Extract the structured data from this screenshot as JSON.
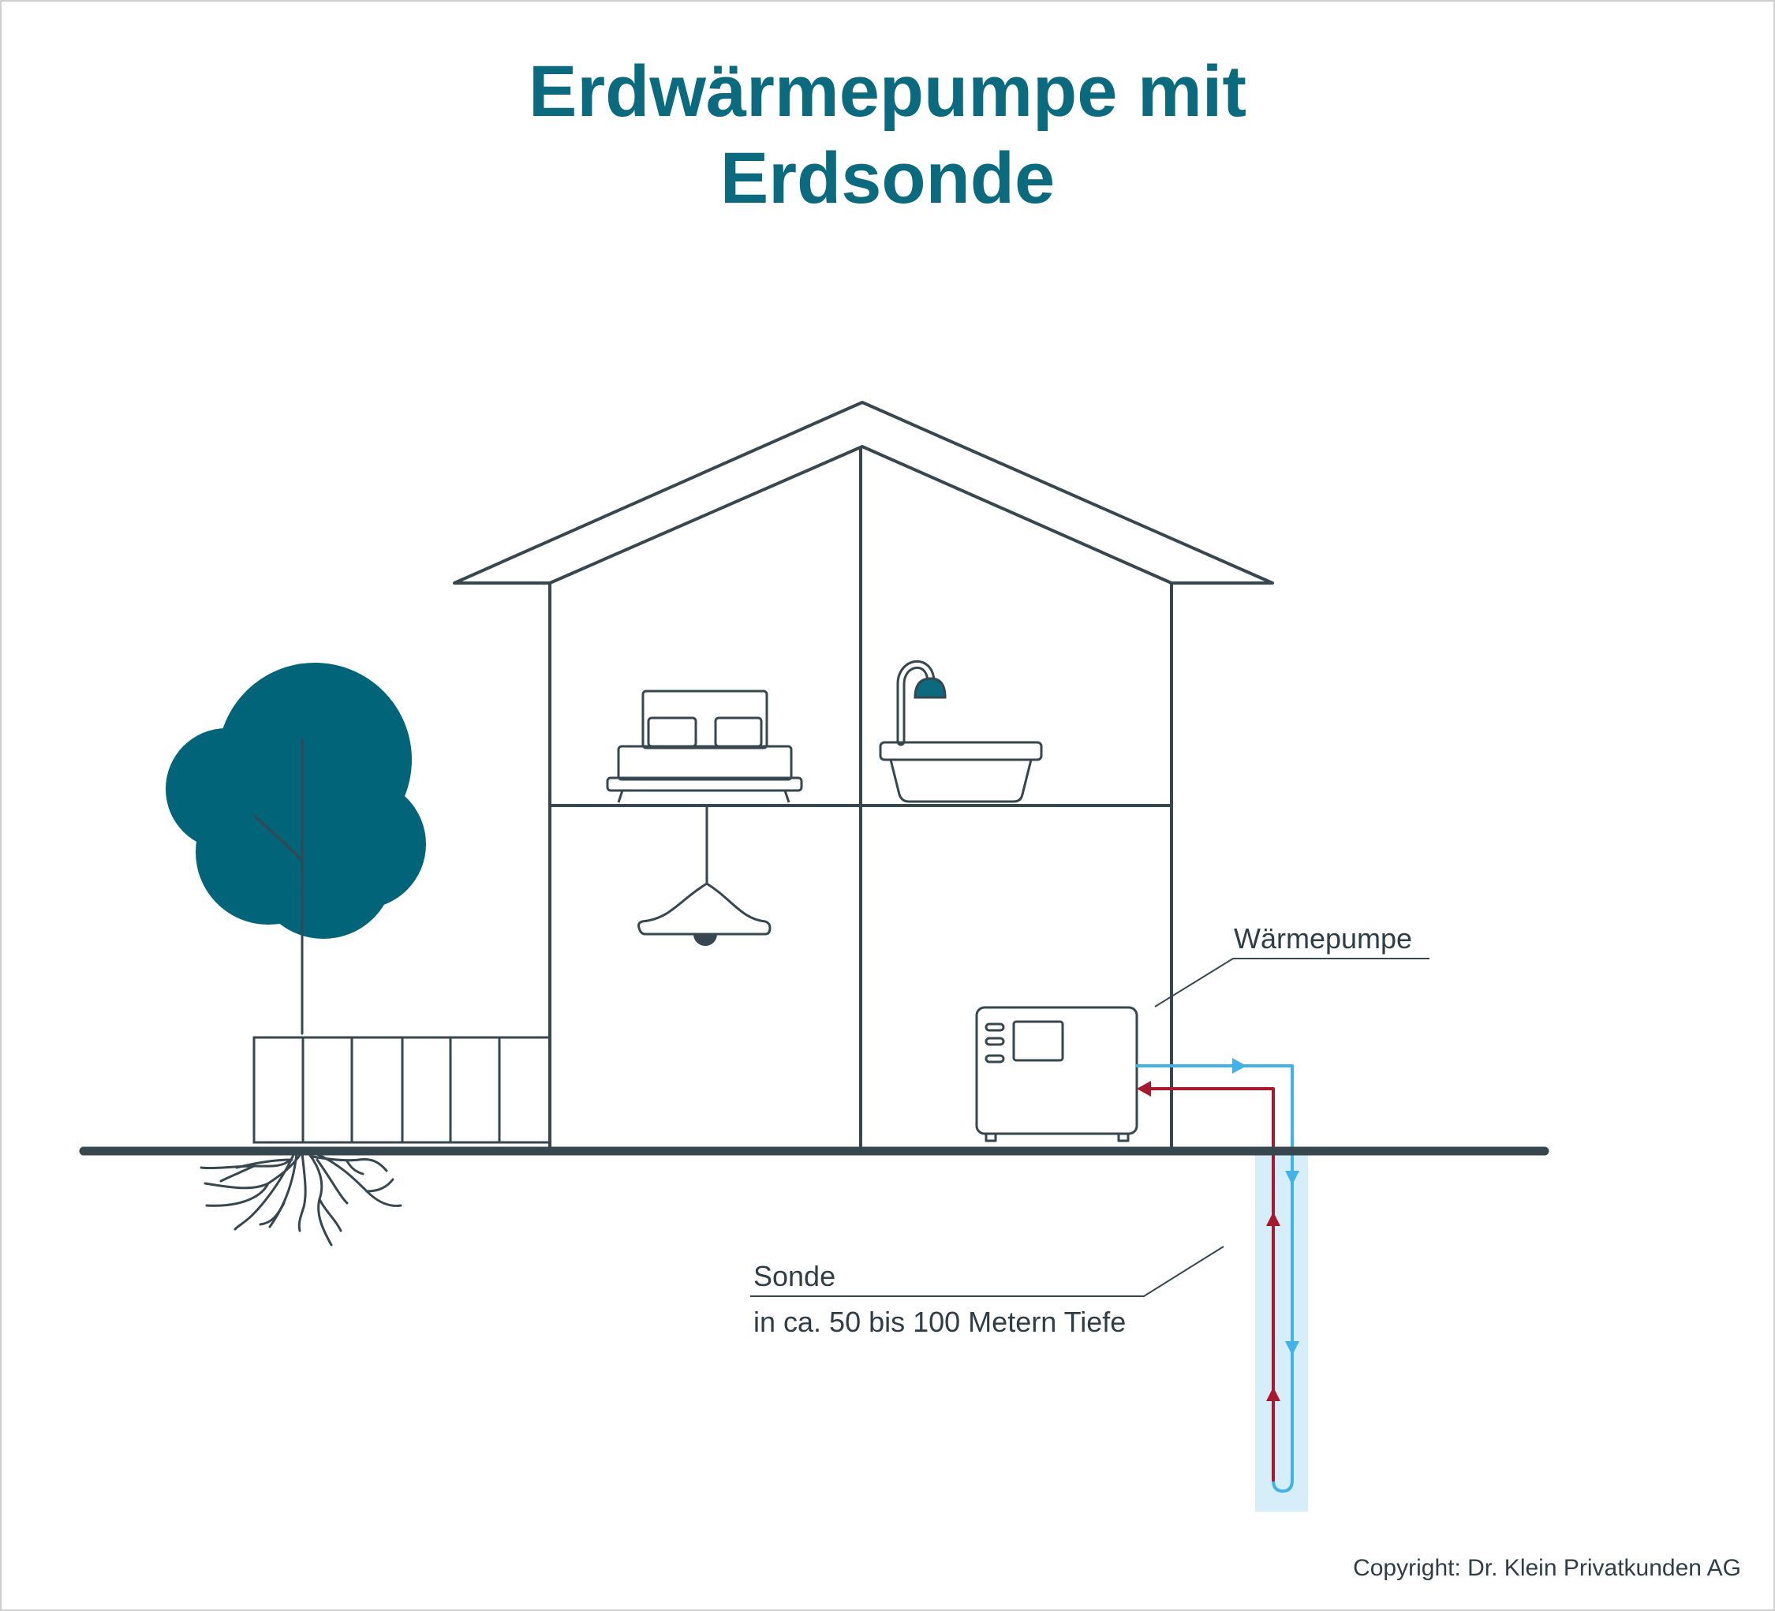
{
  "title": {
    "line1": "Erdwärmepumpe mit",
    "line2": "Erdsonde"
  },
  "labels": {
    "heat_pump": "Wärmepumpe",
    "probe": "Sonde",
    "probe_depth": "in ca. 50 bis 100 Metern Tiefe"
  },
  "copyright": "Copyright: Dr. Klein Privatkunden AG",
  "colors": {
    "title": "#0b6a7e",
    "outline": "#37474f",
    "tree": "#016479",
    "cold_pipe": "#41b3e6",
    "warm_pipe": "#a8192e",
    "borehole": "#d6eef9"
  }
}
